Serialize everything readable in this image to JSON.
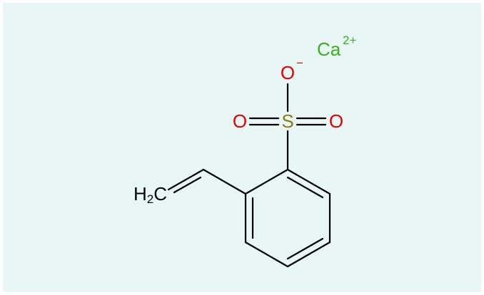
{
  "colors": {
    "background": "#e8f6f6",
    "bond": "#000000",
    "oxygen": "#e00000",
    "sulfur": "#8f7a1a",
    "calcium": "#3cb01e",
    "carbon_label": "#000000"
  },
  "atoms": {
    "oxygen_anion": {
      "symbol": "O",
      "charge": "−"
    },
    "oxygen_left": {
      "symbol": "O"
    },
    "oxygen_right": {
      "symbol": "O"
    },
    "sulfur": {
      "symbol": "S"
    },
    "vinyl_carbon": {
      "symbol": "H",
      "subscript": "2",
      "trailing": "C"
    },
    "calcium": {
      "symbol": "Ca",
      "charge": "2+"
    }
  }
}
